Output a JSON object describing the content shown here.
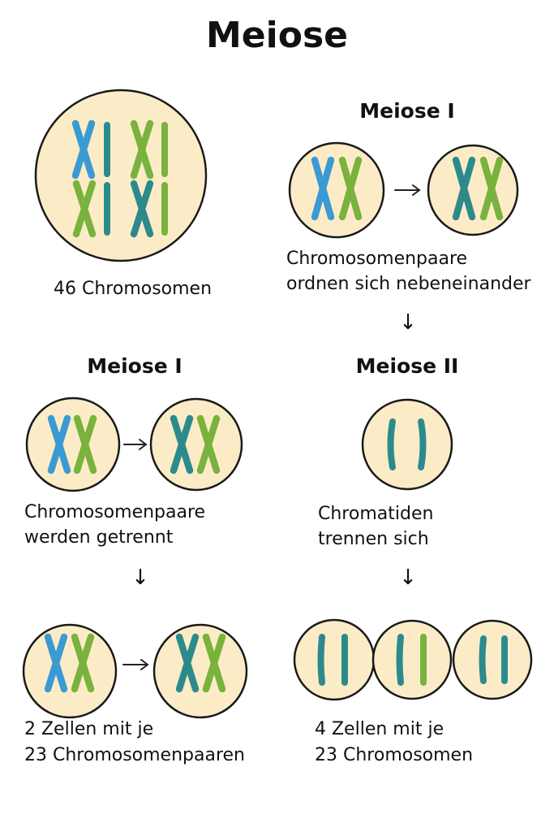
{
  "title": "Meiose",
  "colors": {
    "cell_fill": "#fbecc7",
    "cell_stroke": "#1a1a1a",
    "blue": "#3a9ad4",
    "teal": "#2d8a8c",
    "green": "#79b23c"
  },
  "top_left": {
    "caption": "46 Chromosomen"
  },
  "top_right": {
    "heading": "Meiose I",
    "caption_line1": "Chromosomenpaare",
    "caption_line2": "ordnen sich nebeneinander"
  },
  "mid_left": {
    "heading": "Meiose I",
    "caption_line1": "Chromosomenpaare",
    "caption_line2": "werden getrennt"
  },
  "mid_right": {
    "heading": "Meiose II",
    "caption_line1": "Chromatiden",
    "caption_line2": "trennen sich"
  },
  "bottom_left": {
    "caption_line1": "2 Zellen mit je",
    "caption_line2": "23 Chromosomenpaaren"
  },
  "bottom_right": {
    "caption_line1": "4 Zellen mit je",
    "caption_line2": "23 Chromosomen"
  },
  "arrows": {
    "right": "→",
    "down": "↓"
  }
}
